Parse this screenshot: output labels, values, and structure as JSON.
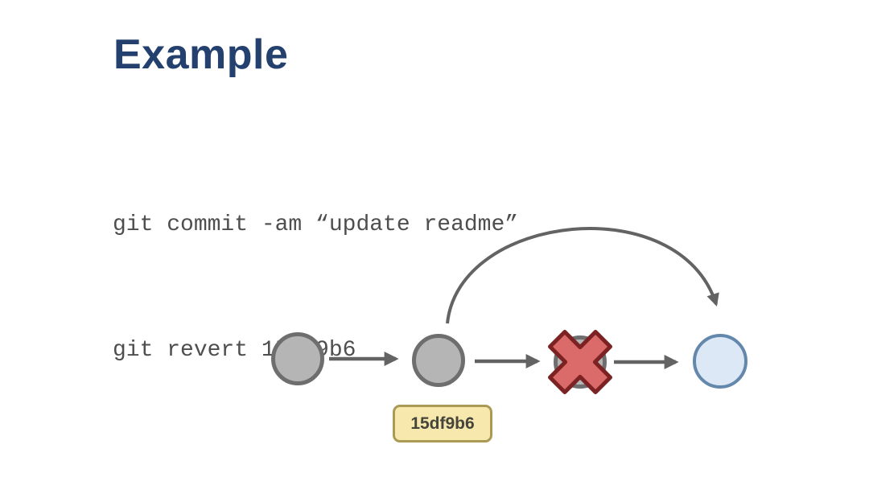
{
  "slide": {
    "title": "Example",
    "code_lines": [
      "git commit -am “update readme”",
      "git revert 15df9b6"
    ]
  },
  "diagram": {
    "commit_label": "15df9b6",
    "nodes": [
      {
        "name": "commit-node-1",
        "kind": "commit"
      },
      {
        "name": "commit-node-15df9b6",
        "kind": "commit",
        "label": "15df9b6"
      },
      {
        "name": "reverted-commit-node",
        "kind": "commit-crossed-out"
      },
      {
        "name": "revert-commit-node",
        "kind": "new-revert-commit"
      }
    ],
    "edges": [
      {
        "from": "commit-node-1",
        "to": "commit-node-15df9b6",
        "style": "straight-arrow"
      },
      {
        "from": "commit-node-15df9b6",
        "to": "reverted-commit-node",
        "style": "straight-arrow"
      },
      {
        "from": "reverted-commit-node",
        "to": "revert-commit-node",
        "style": "straight-arrow"
      },
      {
        "from": "commit-node-15df9b6",
        "to": "revert-commit-node",
        "style": "curved-arrow-over-top"
      }
    ]
  },
  "colors": {
    "background": "#ffffff",
    "title": "#23406e",
    "code_text": "#4e4e4e",
    "commit_fill": "#b5b5b5",
    "commit_stroke": "#6e6e6e",
    "revert_fill": "#dce8f5",
    "revert_stroke": "#6488ac",
    "x_fill": "#db6b6b",
    "x_stroke": "#7c2222",
    "arrow": "#636363",
    "label_fill": "#f7e9ae",
    "label_border": "#ab9a55",
    "label_text": "#45453c"
  }
}
